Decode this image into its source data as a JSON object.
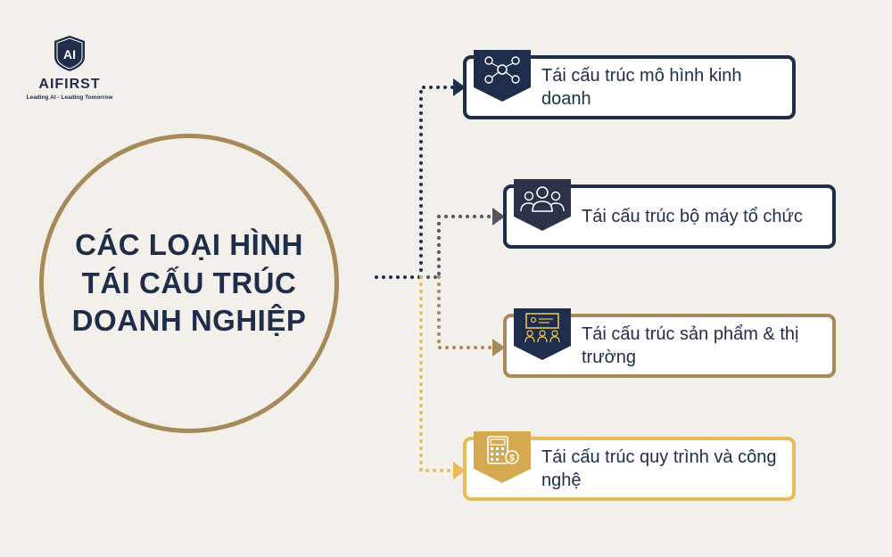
{
  "logo": {
    "badge_text": "AI",
    "name": "AIFIRST",
    "tagline": "Leading AI - Leading Tomorrow"
  },
  "center": {
    "title": "CÁC LOẠI HÌNH TÁI CẤU TRÚC DOANH NGHIỆP"
  },
  "items": [
    {
      "label": "Tái cấu trúc mô hình kinh doanh",
      "icon": "network-people-icon"
    },
    {
      "label": "Tái cấu trúc bộ máy tổ chức",
      "icon": "team-group-icon"
    },
    {
      "label": "Tái cấu trúc sản phẩm & thị trường",
      "icon": "presentation-audience-icon"
    },
    {
      "label": "Tái cấu trúc quy trình và công nghệ",
      "icon": "calculator-finance-icon"
    }
  ],
  "colors": {
    "navy": "#1e2d4a",
    "gold": "#a8895a",
    "yellow": "#e6bd59",
    "background": "#f3f0eb"
  }
}
